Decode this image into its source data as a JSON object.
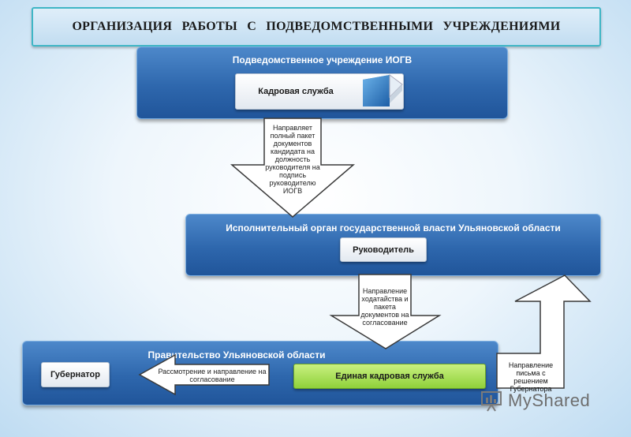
{
  "title": "ОРГАНИЗАЦИЯ РАБОТЫ С ПОДВЕДОМСТВЕННЫМИ УЧРЕЖДЕНИЯМИ",
  "top_panel": {
    "title": "Подведомственное учреждение ИОГВ",
    "button": "Кадровая служба"
  },
  "arrow1_text": "Направляет полный пакет документов кандидата на должность руководителя на подпись руководителю ИОГВ",
  "middle_panel": {
    "title": "Исполнительный орган государственной власти Ульяновской области",
    "button": "Руководитель"
  },
  "arrow2_text": "Направление ходатайства и пакета документов на согласование",
  "bottom_panel": {
    "title": "Правительство Ульяновской области",
    "governor_button": "Губернатор",
    "left_arrow_text": "Рассмотрение и направление на согласование",
    "hr_button": "Единая кадровая служба"
  },
  "return_note": "Направление письма с решением Губернатора",
  "logo": {
    "text": "MyShared"
  }
}
